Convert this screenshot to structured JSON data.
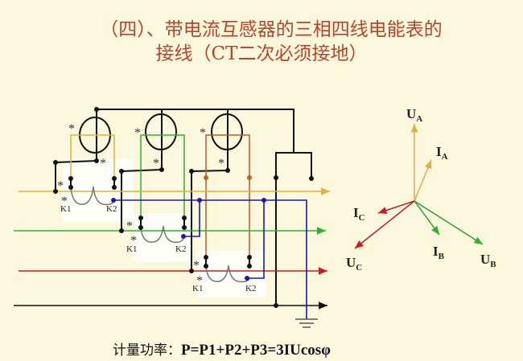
{
  "title": {
    "line1": "（四）、带电流互感器的三相四线电能表的",
    "line2": "接线（CT二次必须接地）"
  },
  "formula": {
    "label": "计量功率：",
    "expression": "P=P1+P2+P3=3IUcosφ"
  },
  "circuit": {
    "star": "*",
    "cts": [
      {
        "k1": "K1",
        "k2": "K2"
      },
      {
        "k1": "K1",
        "k2": "K2"
      },
      {
        "k1": "K1",
        "k2": "K2"
      }
    ],
    "colors": {
      "phase_a": "#e0b040",
      "phase_b": "#2fb02f",
      "phase_c": "#c81e1e",
      "neutral": "#111111",
      "ct_secondary": "#1a1aa8",
      "meter_c_coil": "#b0602a"
    }
  },
  "phasor": {
    "UA": {
      "main": "U",
      "sub": "A"
    },
    "IA": {
      "main": "I",
      "sub": "A"
    },
    "UB": {
      "main": "U",
      "sub": "B"
    },
    "IB": {
      "main": "I",
      "sub": "B"
    },
    "UC": {
      "main": "U",
      "sub": "C"
    },
    "IC": {
      "main": "I",
      "sub": "C"
    }
  }
}
